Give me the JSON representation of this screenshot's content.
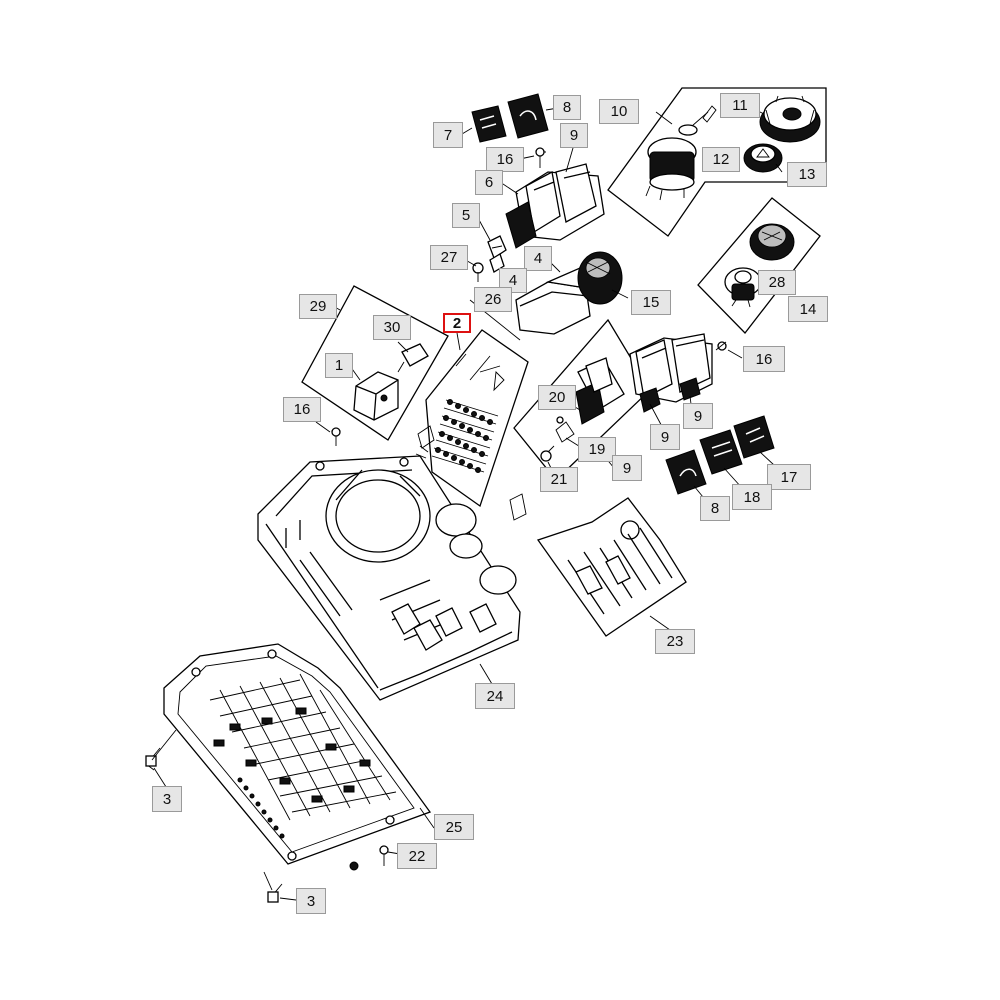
{
  "diagram": {
    "selected_callout": "2",
    "accent_color": "#d11111",
    "callout_bg": "#e6e6e6",
    "callouts": [
      {
        "id": "c7",
        "label": "7"
      },
      {
        "id": "c8a",
        "label": "8"
      },
      {
        "id": "c10",
        "label": "10"
      },
      {
        "id": "c11",
        "label": "11"
      },
      {
        "id": "c9a",
        "label": "9"
      },
      {
        "id": "c16a",
        "label": "16"
      },
      {
        "id": "c12",
        "label": "12"
      },
      {
        "id": "c13",
        "label": "13"
      },
      {
        "id": "c6",
        "label": "6"
      },
      {
        "id": "c5",
        "label": "5"
      },
      {
        "id": "c27",
        "label": "27"
      },
      {
        "id": "c4a",
        "label": "4"
      },
      {
        "id": "c4b",
        "label": "4"
      },
      {
        "id": "c26",
        "label": "26"
      },
      {
        "id": "c28",
        "label": "28"
      },
      {
        "id": "c15",
        "label": "15"
      },
      {
        "id": "c14",
        "label": "14"
      },
      {
        "id": "c29",
        "label": "29"
      },
      {
        "id": "c2",
        "label": "2"
      },
      {
        "id": "c30",
        "label": "30"
      },
      {
        "id": "c16b",
        "label": "16"
      },
      {
        "id": "c1",
        "label": "1"
      },
      {
        "id": "c20",
        "label": "20"
      },
      {
        "id": "c16c",
        "label": "16"
      },
      {
        "id": "c9b",
        "label": "9"
      },
      {
        "id": "c9c",
        "label": "9"
      },
      {
        "id": "c19",
        "label": "19"
      },
      {
        "id": "c9d",
        "label": "9"
      },
      {
        "id": "c17",
        "label": "17"
      },
      {
        "id": "c21",
        "label": "21"
      },
      {
        "id": "c18",
        "label": "18"
      },
      {
        "id": "c8b",
        "label": "8"
      },
      {
        "id": "c23",
        "label": "23"
      },
      {
        "id": "c24",
        "label": "24"
      },
      {
        "id": "c3a",
        "label": "3"
      },
      {
        "id": "c25",
        "label": "25"
      },
      {
        "id": "c22",
        "label": "22"
      },
      {
        "id": "c3b",
        "label": "3"
      }
    ]
  }
}
